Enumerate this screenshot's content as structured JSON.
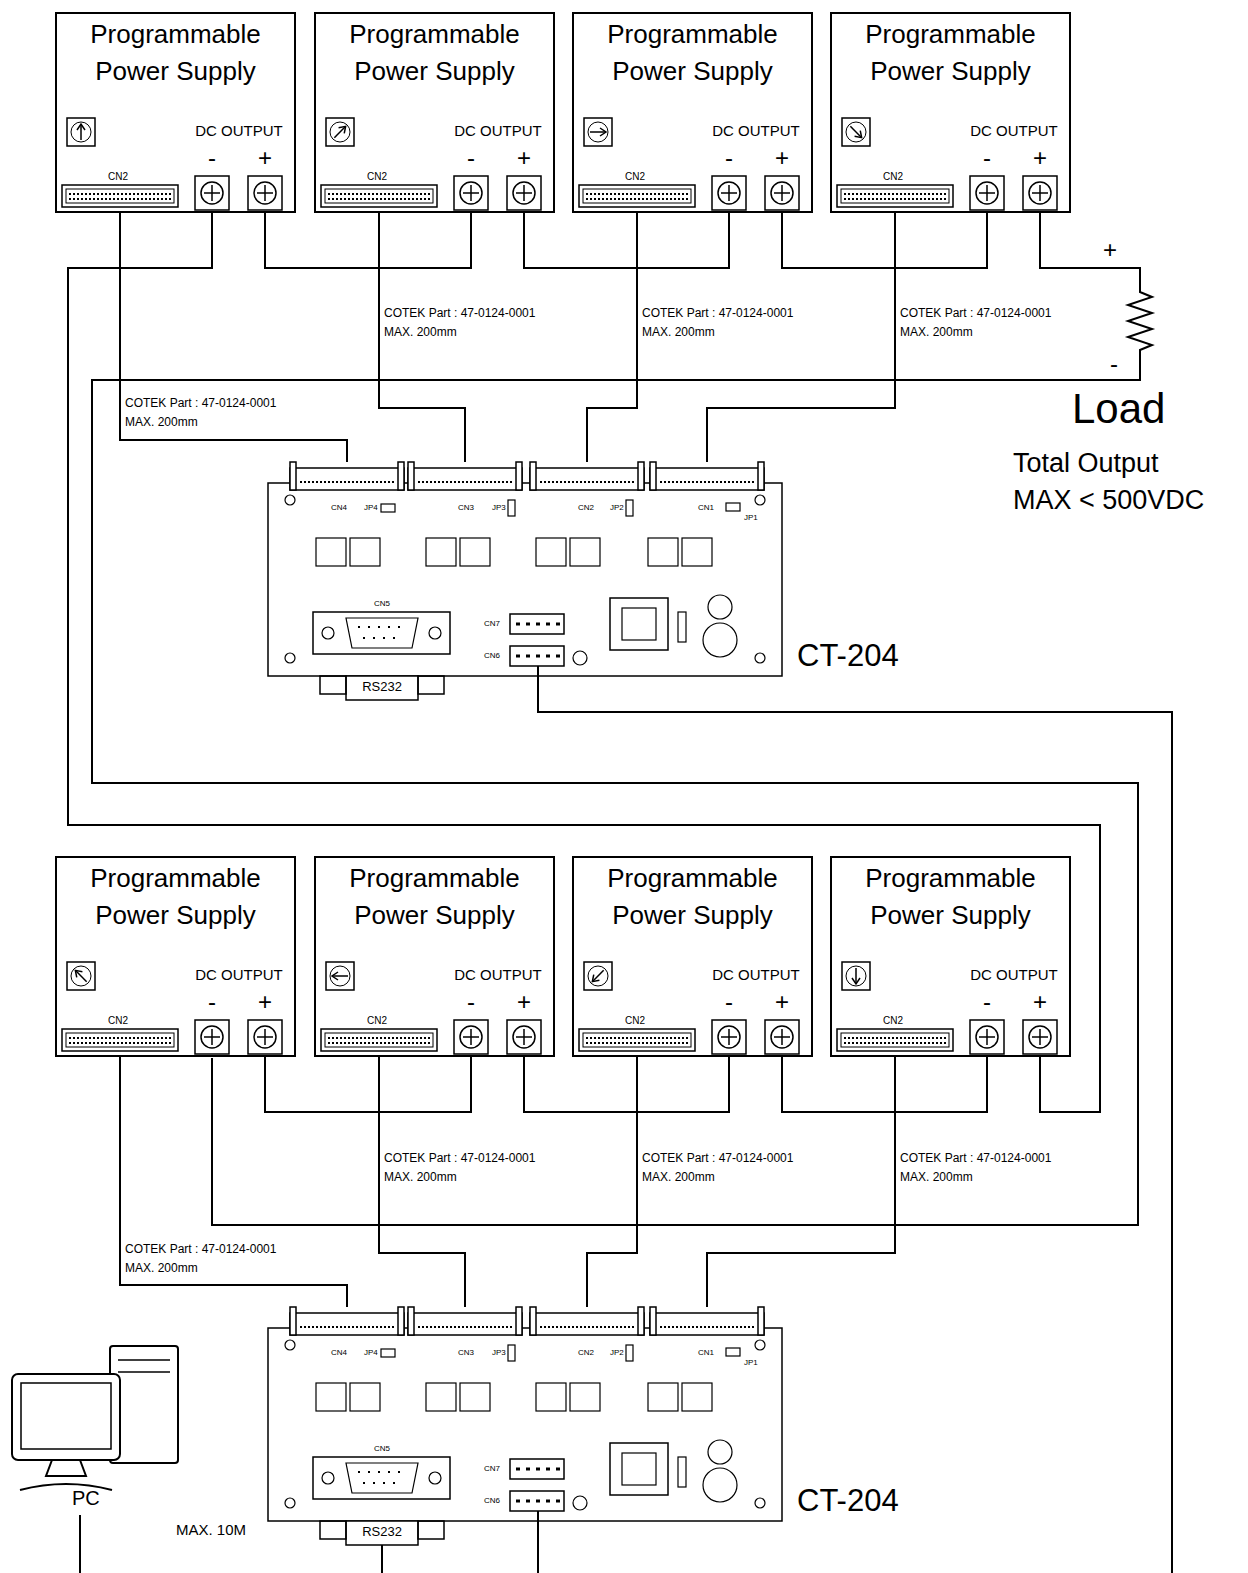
{
  "diagram": {
    "nodes": [
      {
        "text": [
          "Programmable Power Supply",
          "DC OUTPUT",
          "-",
          "+",
          "CN2"
        ]
      },
      {
        "text": [
          "Programmable Power Supply",
          "DC OUTPUT",
          "-",
          "+",
          "CN2"
        ]
      },
      {
        "text": [
          "Programmable Power Supply",
          "DC OUTPUT",
          "-",
          "+",
          "CN2"
        ]
      },
      {
        "text": [
          "Programmable Power Supply",
          "DC OUTPUT",
          "-",
          "+",
          "CN2"
        ]
      },
      {
        "text": [
          "CT-204",
          "CN4",
          "JP4",
          "CN3",
          "JP3",
          "CN2",
          "JP2",
          "CN1",
          "JP1",
          "CN5",
          "CN7",
          "CN6",
          "RS232"
        ]
      },
      {
        "text": [
          "Programmable Power Supply",
          "DC OUTPUT",
          "-",
          "+",
          "CN2"
        ]
      },
      {
        "text": [
          "Programmable Power Supply",
          "DC OUTPUT",
          "-",
          "+",
          "CN2"
        ]
      },
      {
        "text": [
          "Programmable Power Supply",
          "DC OUTPUT",
          "-",
          "+",
          "CN2"
        ]
      },
      {
        "text": [
          "Programmable Power Supply",
          "DC OUTPUT",
          "-",
          "+",
          "CN2"
        ]
      },
      {
        "text": [
          "CT-204",
          "CN4",
          "JP4",
          "CN3",
          "JP3",
          "CN2",
          "JP2",
          "CN1",
          "JP1",
          "CN5",
          "CN7",
          "CN6",
          "RS232"
        ]
      }
    ],
    "edges": [
      {
        "from": 0,
        "to": 1,
        "arrow": "none"
      },
      {
        "from": 1,
        "to": 2,
        "arrow": "none"
      },
      {
        "from": 2,
        "to": 3,
        "arrow": "none"
      },
      {
        "from": 5,
        "to": 6,
        "arrow": "none"
      },
      {
        "from": 6,
        "to": 7,
        "arrow": "none"
      },
      {
        "from": 7,
        "to": 8,
        "arrow": "none"
      },
      {
        "from": 8,
        "to": 0,
        "arrow": "none"
      },
      {
        "from": 0,
        "to": 4,
        "label": "COTEK Part : 47-0124-0001 MAX. 200mm",
        "arrow": "none"
      },
      {
        "from": 1,
        "to": 4,
        "label": "COTEK Part : 47-0124-0001 MAX. 200mm",
        "arrow": "none"
      },
      {
        "from": 2,
        "to": 4,
        "label": "COTEK Part : 47-0124-0001 MAX. 200mm",
        "arrow": "none"
      },
      {
        "from": 3,
        "to": 4,
        "label": "COTEK Part : 47-0124-0001 MAX. 200mm",
        "arrow": "none"
      },
      {
        "from": 5,
        "to": 9,
        "label": "COTEK Part : 47-0124-0001 MAX. 200mm",
        "arrow": "none"
      },
      {
        "from": 6,
        "to": 9,
        "label": "COTEK Part : 47-0124-0001 MAX. 200mm",
        "arrow": "none"
      },
      {
        "from": 7,
        "to": 9,
        "label": "COTEK Part : 47-0124-0001 MAX. 200mm",
        "arrow": "none"
      },
      {
        "from": 8,
        "to": 9,
        "label": "COTEK Part : 47-0124-0001 MAX. 200mm",
        "arrow": "none"
      }
    ],
    "labels": [
      "+",
      "-",
      "Load",
      "Total Output",
      "MAX < 500VDC",
      "PC",
      "MAX. 10M"
    ]
  }
}
